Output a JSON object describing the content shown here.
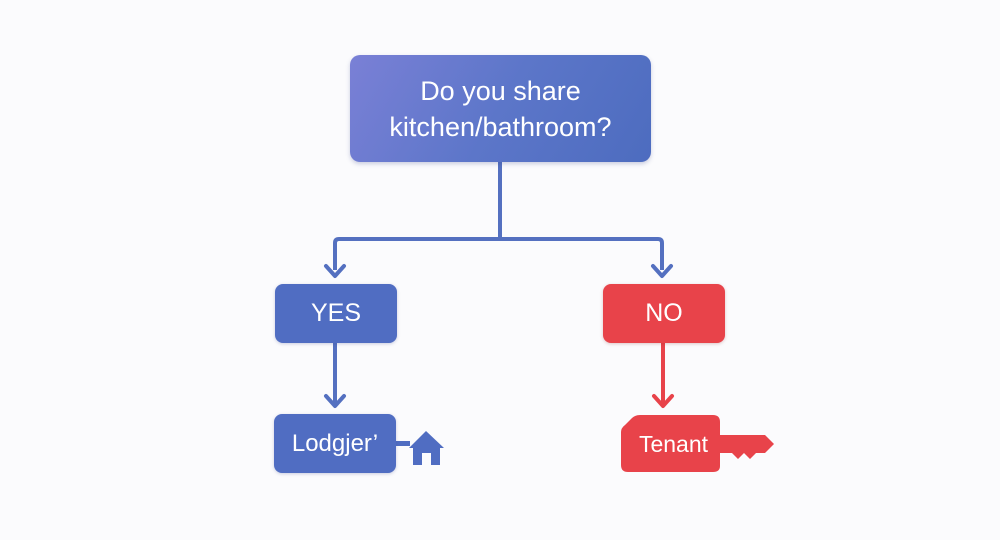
{
  "diagram": {
    "question": {
      "line1": "Do you share",
      "line2": "kitchen/bathroom?"
    },
    "branches": {
      "yes": {
        "label": "YES",
        "result": "Lodgjer’",
        "icon": "house-icon"
      },
      "no": {
        "label": "NO",
        "result": "Tenant",
        "icon": "key-icon"
      }
    },
    "colors": {
      "blue": "#506dc2",
      "red": "#e8434a",
      "background": "#fbfbfd"
    }
  }
}
